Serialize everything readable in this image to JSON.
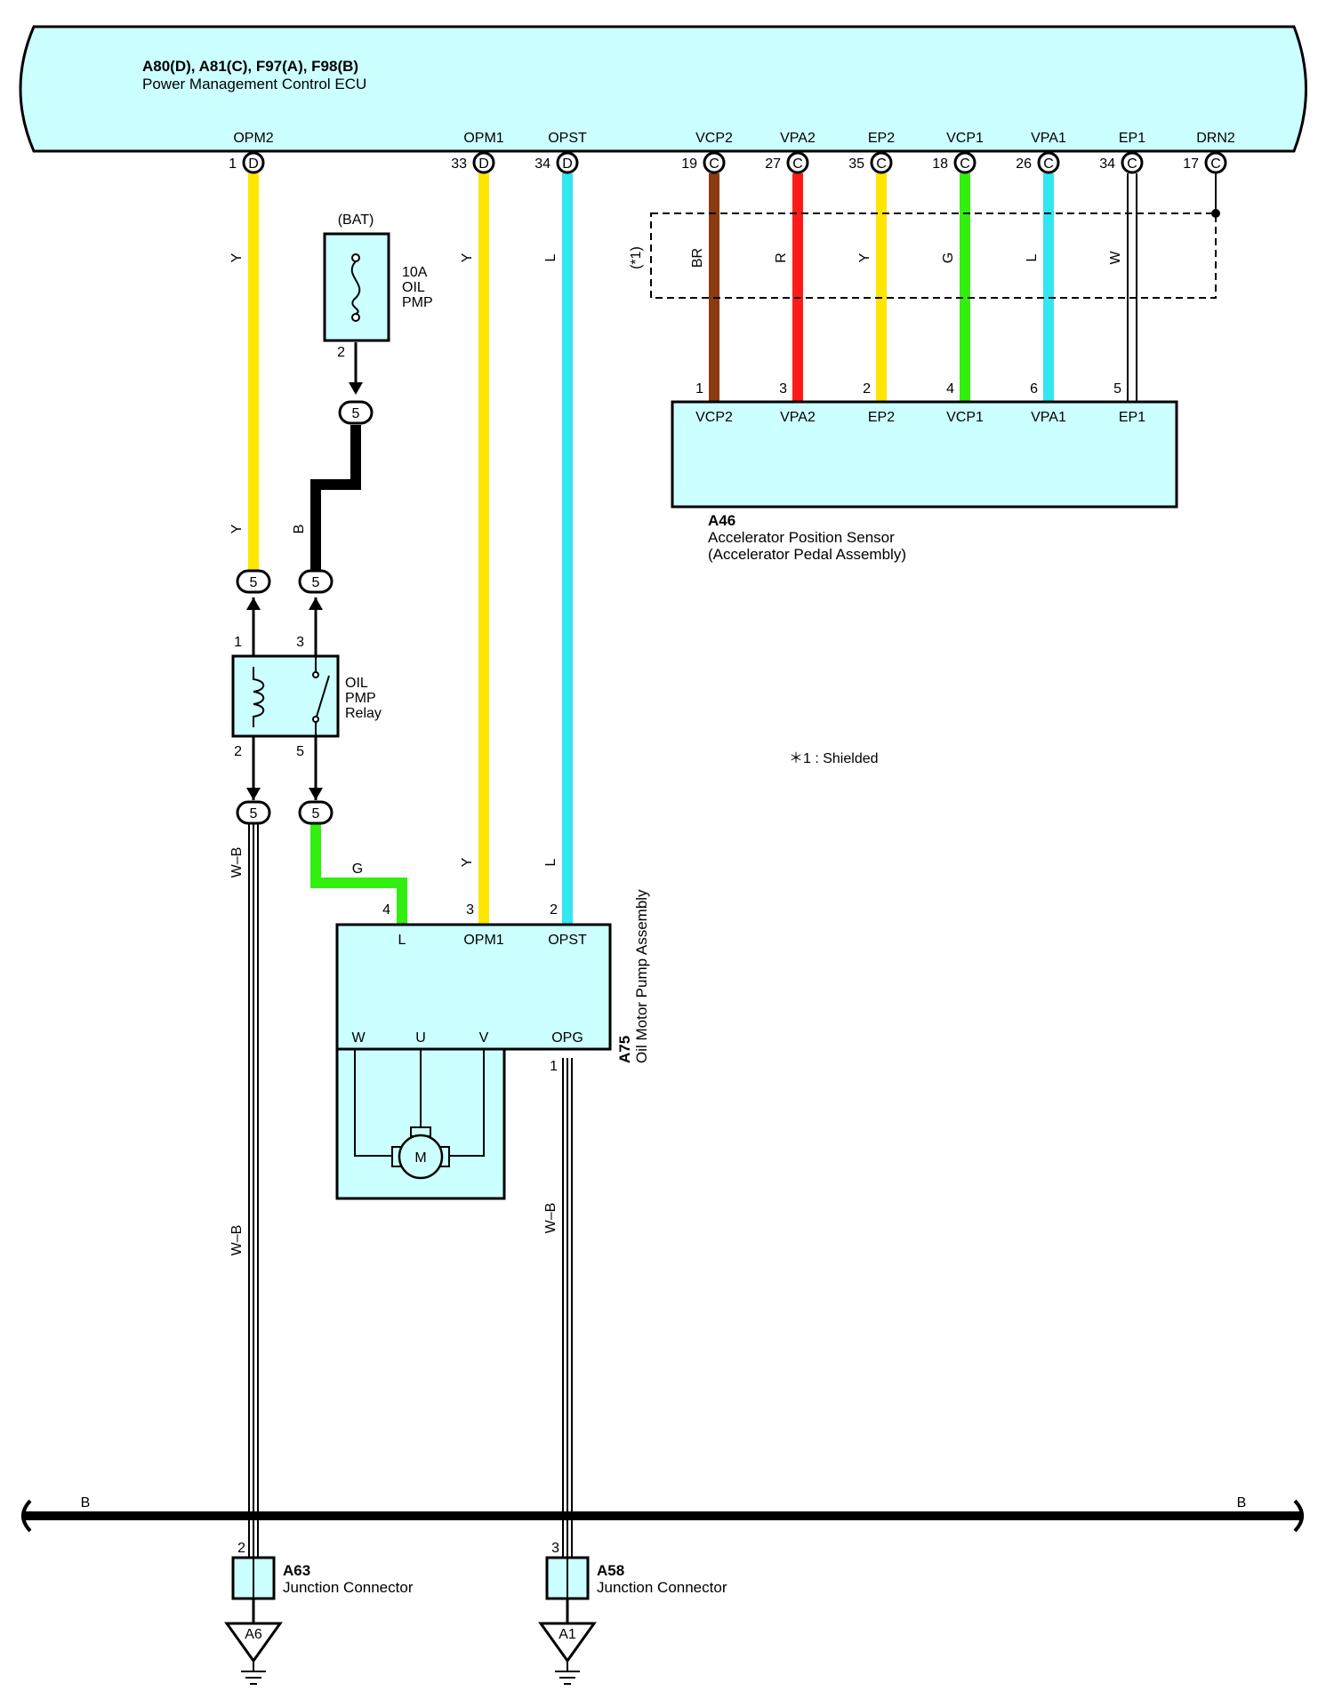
{
  "colors": {
    "component_fill": "#ccffff",
    "Y": "#ffe600",
    "L": "#33e6f0",
    "BR": "#8b3a12",
    "R": "#ff1a1a",
    "G": "#33ee11",
    "W": "#ffffff",
    "B": "#000000"
  },
  "ecu": {
    "code": "A80(D), A81(C), F97(A), F98(B)",
    "name": "Power Management Control ECU",
    "pins": [
      {
        "terminal": "OPM2",
        "num": "1",
        "conn": "D"
      },
      {
        "terminal": "OPM1",
        "num": "33",
        "conn": "D"
      },
      {
        "terminal": "OPST",
        "num": "34",
        "conn": "D"
      },
      {
        "terminal": "VCP2",
        "num": "19",
        "conn": "C"
      },
      {
        "terminal": "VPA2",
        "num": "27",
        "conn": "C"
      },
      {
        "terminal": "EP2",
        "num": "35",
        "conn": "C"
      },
      {
        "terminal": "VCP1",
        "num": "18",
        "conn": "C"
      },
      {
        "terminal": "VPA1",
        "num": "26",
        "conn": "C"
      },
      {
        "terminal": "EP1",
        "num": "34",
        "conn": "C"
      },
      {
        "terminal": "DRN2",
        "num": "17",
        "conn": "C"
      }
    ]
  },
  "shield": {
    "label": "(*1)",
    "note": "＊1 : Shielded"
  },
  "wire_labels": {
    "opm2": "Y",
    "opm2_lower": "Y",
    "opm1": "Y",
    "opm1_lower": "Y",
    "opst": "L",
    "opst_lower": "L",
    "vcp2": "BR",
    "vpa2": "R",
    "ep2": "Y",
    "vcp1": "G",
    "vpa1": "L",
    "ep1": "W",
    "fuse_out": "B",
    "relay_out": "G",
    "ground_left_1": "W–B",
    "ground_left_2": "W–B",
    "ground_right": "W–B"
  },
  "fuse": {
    "source": "(BAT)",
    "rating": "10A",
    "name_1": "OIL",
    "name_2": "PMP",
    "pin": "2"
  },
  "junction_pin": "5",
  "relay": {
    "name_1": "OIL",
    "name_2": "PMP",
    "name_3": "Relay",
    "pin_1": "1",
    "pin_2": "2",
    "pin_3": "3",
    "pin_5": "5"
  },
  "sensor": {
    "code": "A46",
    "name_1": "Accelerator Position Sensor",
    "name_2": "(Accelerator Pedal Assembly)",
    "pins": [
      {
        "terminal": "VCP2",
        "num": "1"
      },
      {
        "terminal": "VPA2",
        "num": "3"
      },
      {
        "terminal": "EP2",
        "num": "2"
      },
      {
        "terminal": "VCP1",
        "num": "4"
      },
      {
        "terminal": "VPA1",
        "num": "6"
      },
      {
        "terminal": "EP1",
        "num": "5"
      }
    ]
  },
  "pump": {
    "code": "A75",
    "name": "Oil Motor Pump Assembly",
    "terminals": {
      "L": "L",
      "OPM1": "OPM1",
      "OPST": "OPST",
      "W": "W",
      "U": "U",
      "V": "V",
      "OPG": "OPG"
    },
    "pins": {
      "L": "4",
      "OPM1": "3",
      "OPST": "2",
      "OPG": "1"
    },
    "motor": "M"
  },
  "bus": {
    "left": "B",
    "right": "B"
  },
  "junction_a63": {
    "code": "A63",
    "name": "Junction Connector",
    "pin": "2",
    "ground": "A6"
  },
  "junction_a58": {
    "code": "A58",
    "name": "Junction Connector",
    "pin": "3",
    "ground": "A1"
  }
}
